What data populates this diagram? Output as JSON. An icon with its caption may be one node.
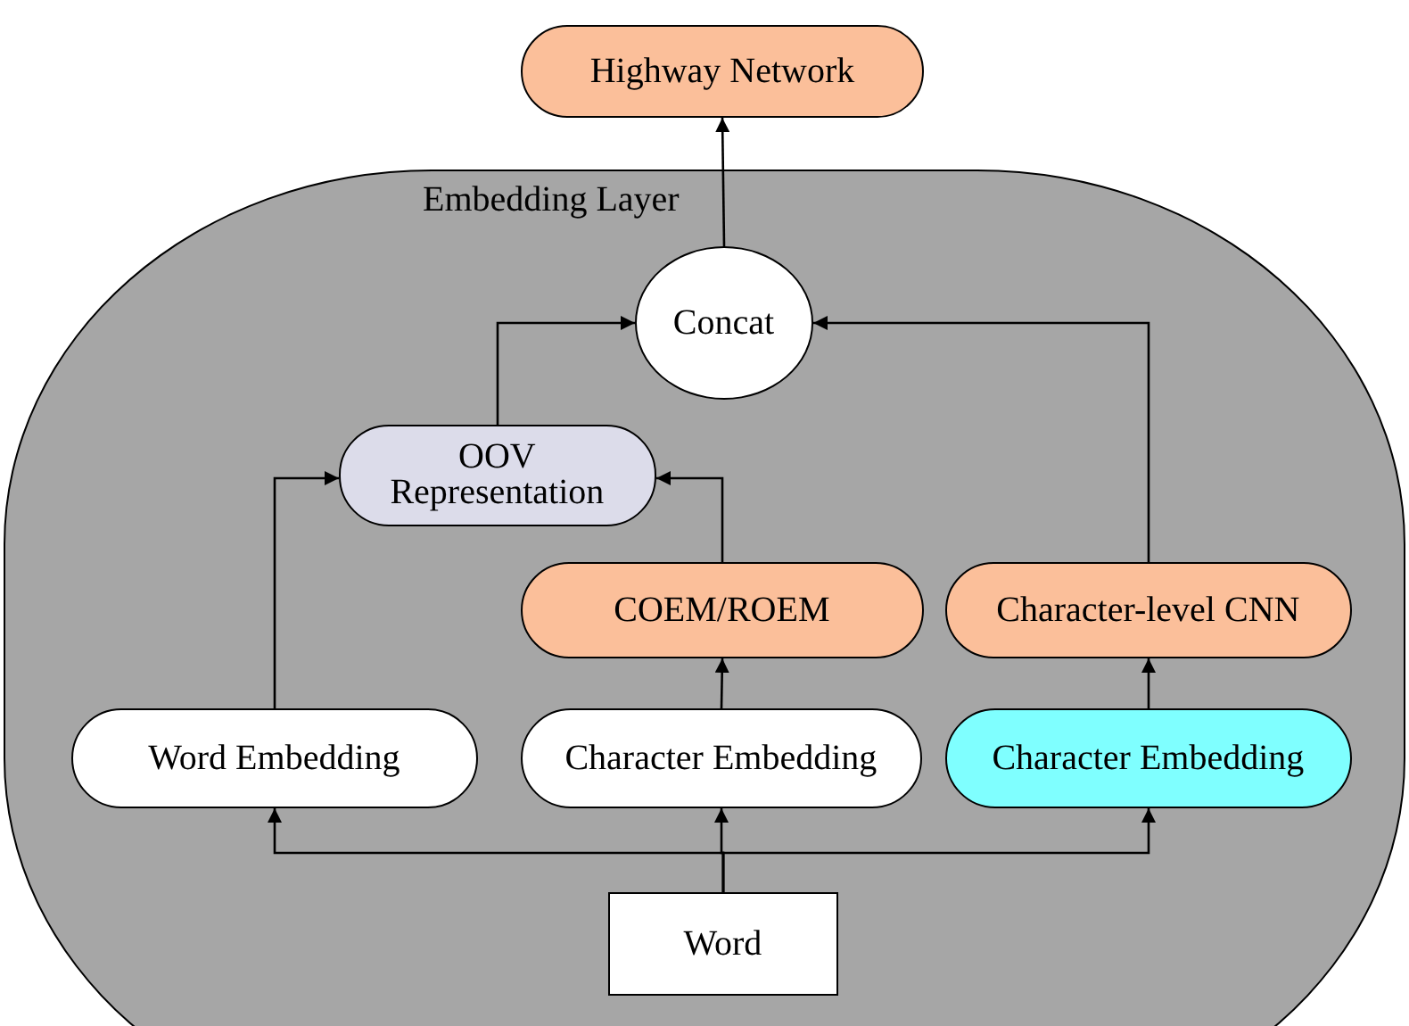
{
  "diagram": {
    "nodes": [
      {
        "text": [
          "Highway Network"
        ]
      },
      {
        "text": [
          "Embedding Layer"
        ]
      },
      {
        "text": [
          "Concat"
        ],
        "in": 1
      },
      {
        "text": [
          "OOV Representation"
        ],
        "in": 1
      },
      {
        "text": [
          "COEM/ROEM"
        ],
        "in": 1
      },
      {
        "text": [
          "Character-level CNN"
        ],
        "in": 1
      },
      {
        "text": [
          "Word Embedding"
        ],
        "in": 1
      },
      {
        "text": [
          "Character Embedding"
        ],
        "in": 1
      },
      {
        "text": [
          "Character Embedding"
        ],
        "in": 1
      },
      {
        "text": [
          "Word"
        ],
        "in": 1
      }
    ],
    "edges": [
      {
        "from": 9,
        "to": 6,
        "arrow": "to"
      },
      {
        "from": 9,
        "to": 7,
        "arrow": "to"
      },
      {
        "from": 9,
        "to": 8,
        "arrow": "to"
      },
      {
        "from": 6,
        "to": 3,
        "arrow": "to"
      },
      {
        "from": 7,
        "to": 4,
        "arrow": "to"
      },
      {
        "from": 4,
        "to": 3,
        "arrow": "to"
      },
      {
        "from": 8,
        "to": 5,
        "arrow": "to"
      },
      {
        "from": 3,
        "to": 2,
        "arrow": "to"
      },
      {
        "from": 5,
        "to": 2,
        "arrow": "to"
      },
      {
        "from": 2,
        "to": 0,
        "arrow": "to"
      }
    ]
  }
}
